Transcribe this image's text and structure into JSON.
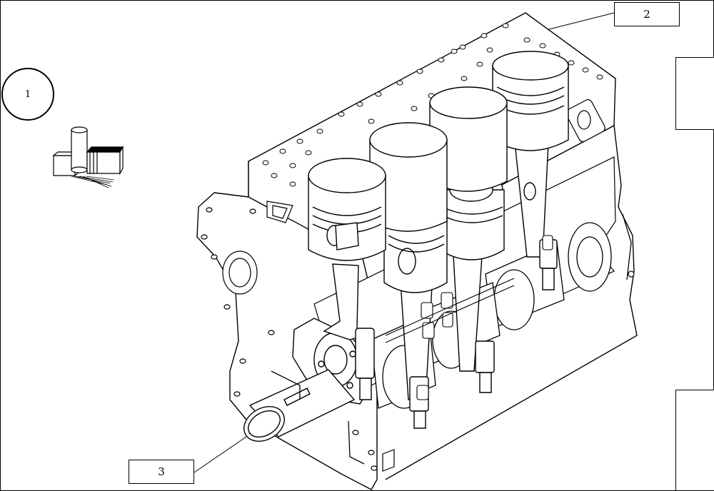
{
  "callouts": {
    "ref_circle": "1",
    "label_2": "2",
    "label_3": "3"
  },
  "icons": {
    "toolkit": "tool-kit-icon",
    "engine": "engine-block-exploded-illustration"
  }
}
